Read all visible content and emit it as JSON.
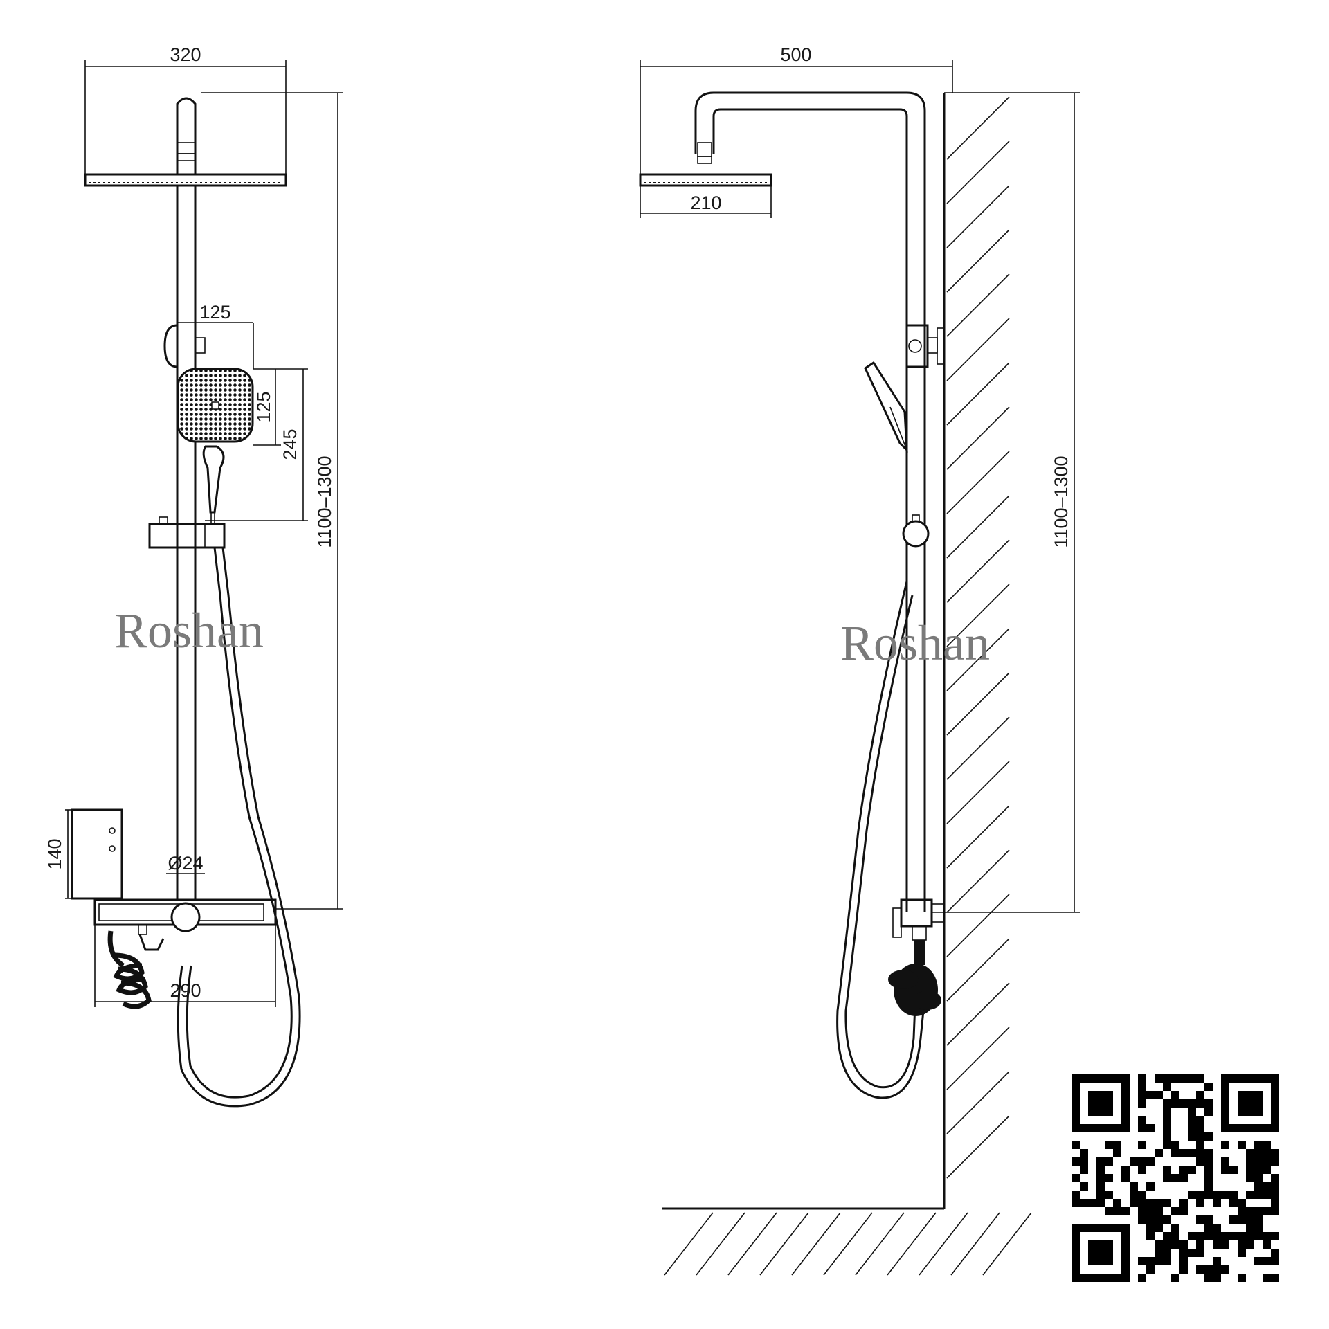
{
  "watermark": "Roshan",
  "front_view": {
    "shower_head_width": "320",
    "hand_shower_width": "125",
    "hand_shower_height": "125",
    "hand_shower_total": "245",
    "height_range": "1100–1300",
    "bracket_height": "140",
    "pipe_diameter": "Ø24",
    "mixer_width": "290"
  },
  "side_view": {
    "arm_length": "500",
    "shower_head_size": "210",
    "height_range": "1100–1300"
  },
  "qr_code": {
    "present": true
  }
}
